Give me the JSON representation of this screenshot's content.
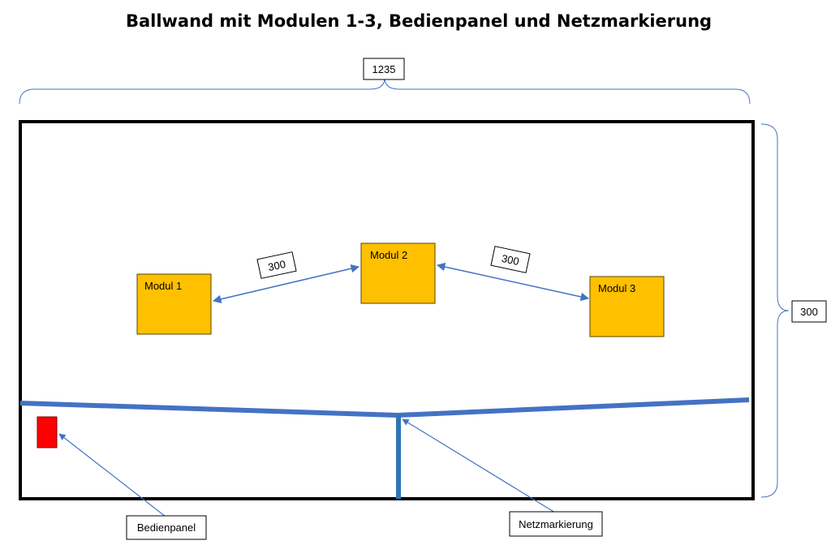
{
  "title": "Ballwand mit Modulen 1-3, Bedienpanel und Netzmarkierung",
  "dimensions": {
    "width_label": "1235",
    "height_label": "300",
    "distance_1_2": "300",
    "distance_2_3": "300"
  },
  "modules": [
    {
      "label": "Modul 1"
    },
    {
      "label": "Modul 2"
    },
    {
      "label": "Modul 3"
    }
  ],
  "callouts": {
    "panel": "Bedienpanel",
    "net": "Netzmarkierung"
  },
  "colors": {
    "module_fill": "#FFC000",
    "module_stroke": "#5A4500",
    "panel_fill": "#FF0000",
    "net_line": "#4472C4",
    "net_post": "#2E75B6",
    "arrow": "#4472C4",
    "frame": "#000000"
  }
}
